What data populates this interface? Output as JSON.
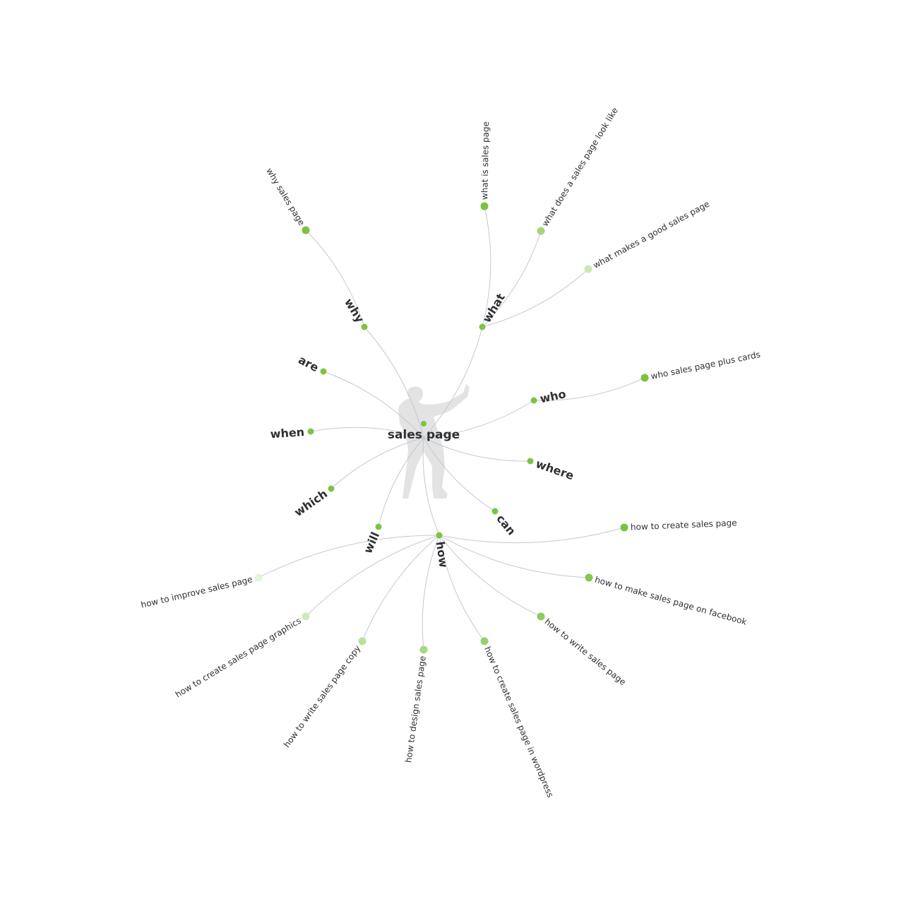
{
  "root": {
    "label": "sales page",
    "color": "#7cc443"
  },
  "colors": {
    "link": "#c3c9cf",
    "node": "#7cc443",
    "text": "#2f3033",
    "figure": "#e3e3e3"
  },
  "figure_icon": "person-looking-through-spyglass",
  "questions": [
    {
      "id": "why",
      "label": "why",
      "leaves": [
        {
          "label": "why sales page",
          "shade": "#79c341"
        }
      ]
    },
    {
      "id": "what",
      "label": "what",
      "leaves": [
        {
          "label": "what is sales page",
          "shade": "#79c341"
        },
        {
          "label": "what does a sales page look like",
          "shade": "#a2d87a"
        },
        {
          "label": "what makes a good sales page",
          "shade": "#cbe9b4"
        }
      ]
    },
    {
      "id": "who",
      "label": "who",
      "leaves": [
        {
          "label": "who sales page plus cards",
          "shade": "#79c341"
        }
      ]
    },
    {
      "id": "where",
      "label": "where",
      "leaves": []
    },
    {
      "id": "can",
      "label": "can",
      "leaves": []
    },
    {
      "id": "how",
      "label": "how",
      "leaves": [
        {
          "label": "how to create sales page",
          "shade": "#79c341"
        },
        {
          "label": "how to make sales page on facebook",
          "shade": "#83c94f"
        },
        {
          "label": "how to write sales page",
          "shade": "#8ccc5d"
        },
        {
          "label": "how to create sales page in wordpress",
          "shade": "#96d06b"
        },
        {
          "label": "how to design sales page",
          "shade": "#a6d981"
        },
        {
          "label": "how to write sales page copy",
          "shade": "#b8e199"
        },
        {
          "label": "how to create sales page graphics",
          "shade": "#cfeabb"
        },
        {
          "label": "how to improve sales page",
          "shade": "#e4f3d9"
        }
      ]
    },
    {
      "id": "will",
      "label": "will",
      "leaves": []
    },
    {
      "id": "which",
      "label": "which",
      "leaves": []
    },
    {
      "id": "when",
      "label": "when",
      "leaves": []
    },
    {
      "id": "are",
      "label": "are",
      "leaves": []
    }
  ]
}
